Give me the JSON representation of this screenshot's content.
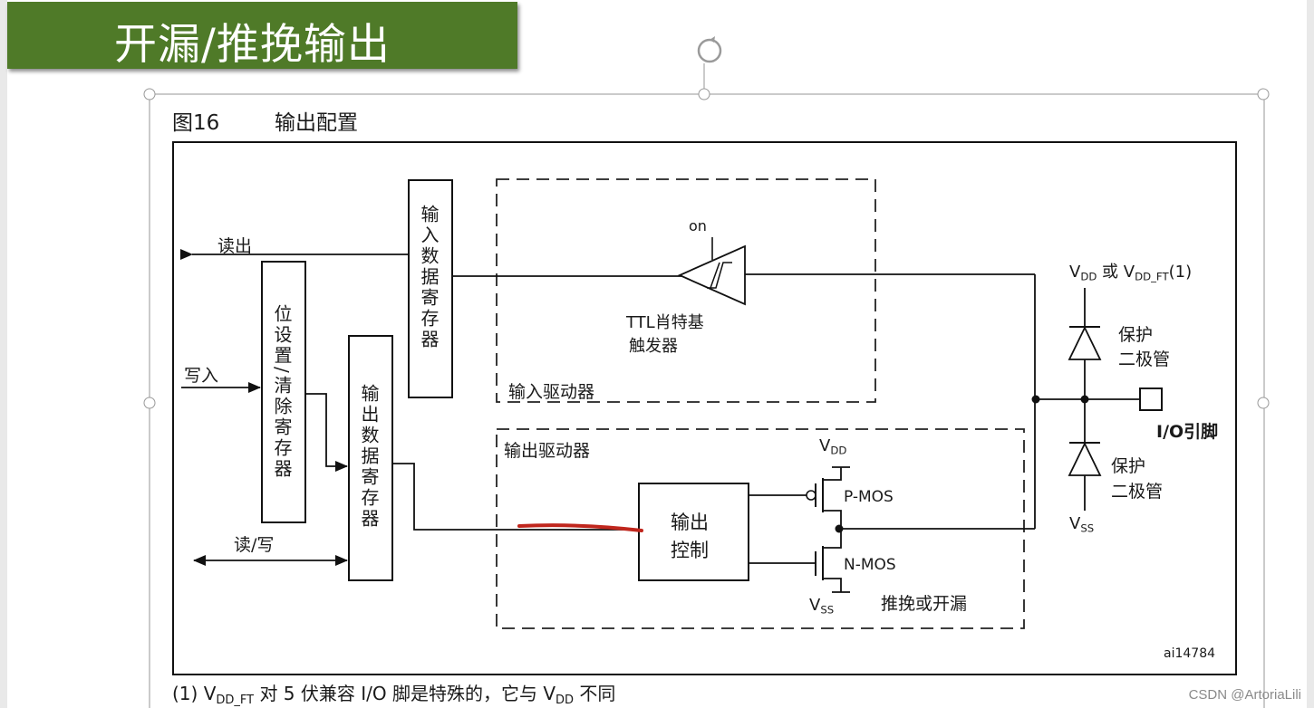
{
  "slide": {
    "title": "开漏/推挽输出"
  },
  "figure": {
    "number": "图16",
    "caption": "输出配置",
    "id": "ai14784",
    "footnote": {
      "prefix": "(1) V",
      "sub1": "DD_FT",
      "middle": " 对 5 伏兼容 I/O 脚是特殊的，它与 V",
      "sub2": "DD",
      "suffix": " 不同"
    }
  },
  "blocks": {
    "input_data_register": "输入数据寄存器",
    "bit_set_clear_register": "位设置/清除寄存器",
    "output_data_register": "输出数据寄存器",
    "output_control": [
      "输出",
      "控制"
    ]
  },
  "signals": {
    "read": "读出",
    "write": "写入",
    "read_write": "读/写"
  },
  "input_driver": {
    "label": "输入驱动器",
    "trigger_on": "on",
    "trigger_label": [
      "TTL肖特基",
      "触发器"
    ]
  },
  "output_driver": {
    "label": "输出驱动器",
    "vdd_main": "V",
    "vdd_sub": "DD",
    "vss_main": "V",
    "vss_sub": "SS",
    "pmos": "P-MOS",
    "nmos": "N-MOS",
    "mode": "推挽或开漏"
  },
  "protection": {
    "vdd_a": "V",
    "vdd_a_sub": "DD",
    "vdd_or": " 或 V",
    "vdd_b_sub": "DD_FT",
    "vdd_note": "(1)",
    "diode_top": [
      "保护",
      "二极管"
    ],
    "diode_bottom": [
      "保护",
      "二极管"
    ],
    "vss_main": "V",
    "vss_sub": "SS",
    "pin": "I/O引脚"
  },
  "watermark": "CSDN @ArtoriaLili",
  "colors": {
    "banner": "#4f7a28",
    "annotation": "#c0261d",
    "selection": "#a8a8a8"
  }
}
